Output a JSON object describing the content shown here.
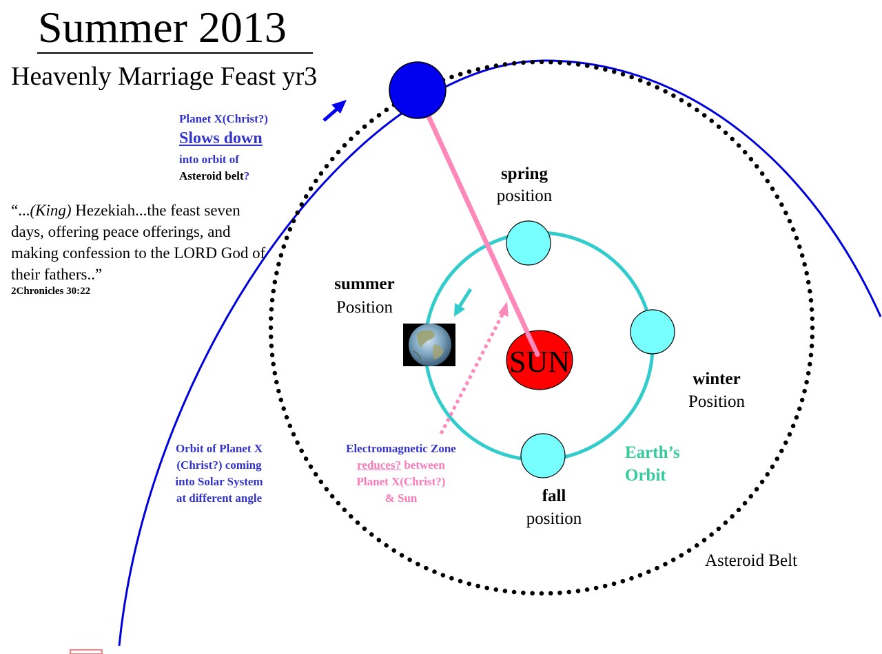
{
  "title": "Summer 2013",
  "subtitle": "Heavenly Marriage Feast yr3",
  "planet_x_note": {
    "line1": "Planet X(Christ?)",
    "line2": "Slows down",
    "line3": "into orbit of",
    "line4": "Asteroid belt",
    "line4_suffix": "?"
  },
  "quote": {
    "open": "“...",
    "king": "(King)",
    "text": " Hezekiah...the feast seven days, offering peace offerings, and making confession to the LORD God of their fathers..”",
    "reference": "2Chronicles 30:22"
  },
  "positions": {
    "spring": {
      "bold": "spring",
      "sub": "position"
    },
    "summer": {
      "bold": "summer",
      "sub": "Position"
    },
    "winter": {
      "bold": "winter",
      "sub": "Position"
    },
    "fall": {
      "bold": "fall",
      "sub": "position"
    }
  },
  "sun_label": "SUN",
  "orbit_note": [
    "Orbit of Planet X",
    "(Christ?) coming",
    "into Solar System",
    "at different angle"
  ],
  "em_zone": {
    "line1": "Electromagnetic Zone",
    "line2_u": "reduces?",
    "line2_rest": " between",
    "line3": "Planet X(Christ?)",
    "line4": "& Sun"
  },
  "earth_orbit": [
    "Earth’s",
    "Orbit"
  ],
  "asteroid_belt": "Asteroid Belt",
  "colors": {
    "planet_x": "#0000ee",
    "orbit_path": "#0000dd",
    "earth_orbit": "#33cccc",
    "earth_positions": "#77ffff",
    "sun": "#ff0000",
    "link_line": "#ff88bb",
    "asteroids": "#000000"
  },
  "icons": {
    "earth": "earth-globe-icon",
    "arrows": [
      "planet-x-direction-arrow",
      "earth-direction-arrow",
      "em-zone-arrow"
    ]
  }
}
